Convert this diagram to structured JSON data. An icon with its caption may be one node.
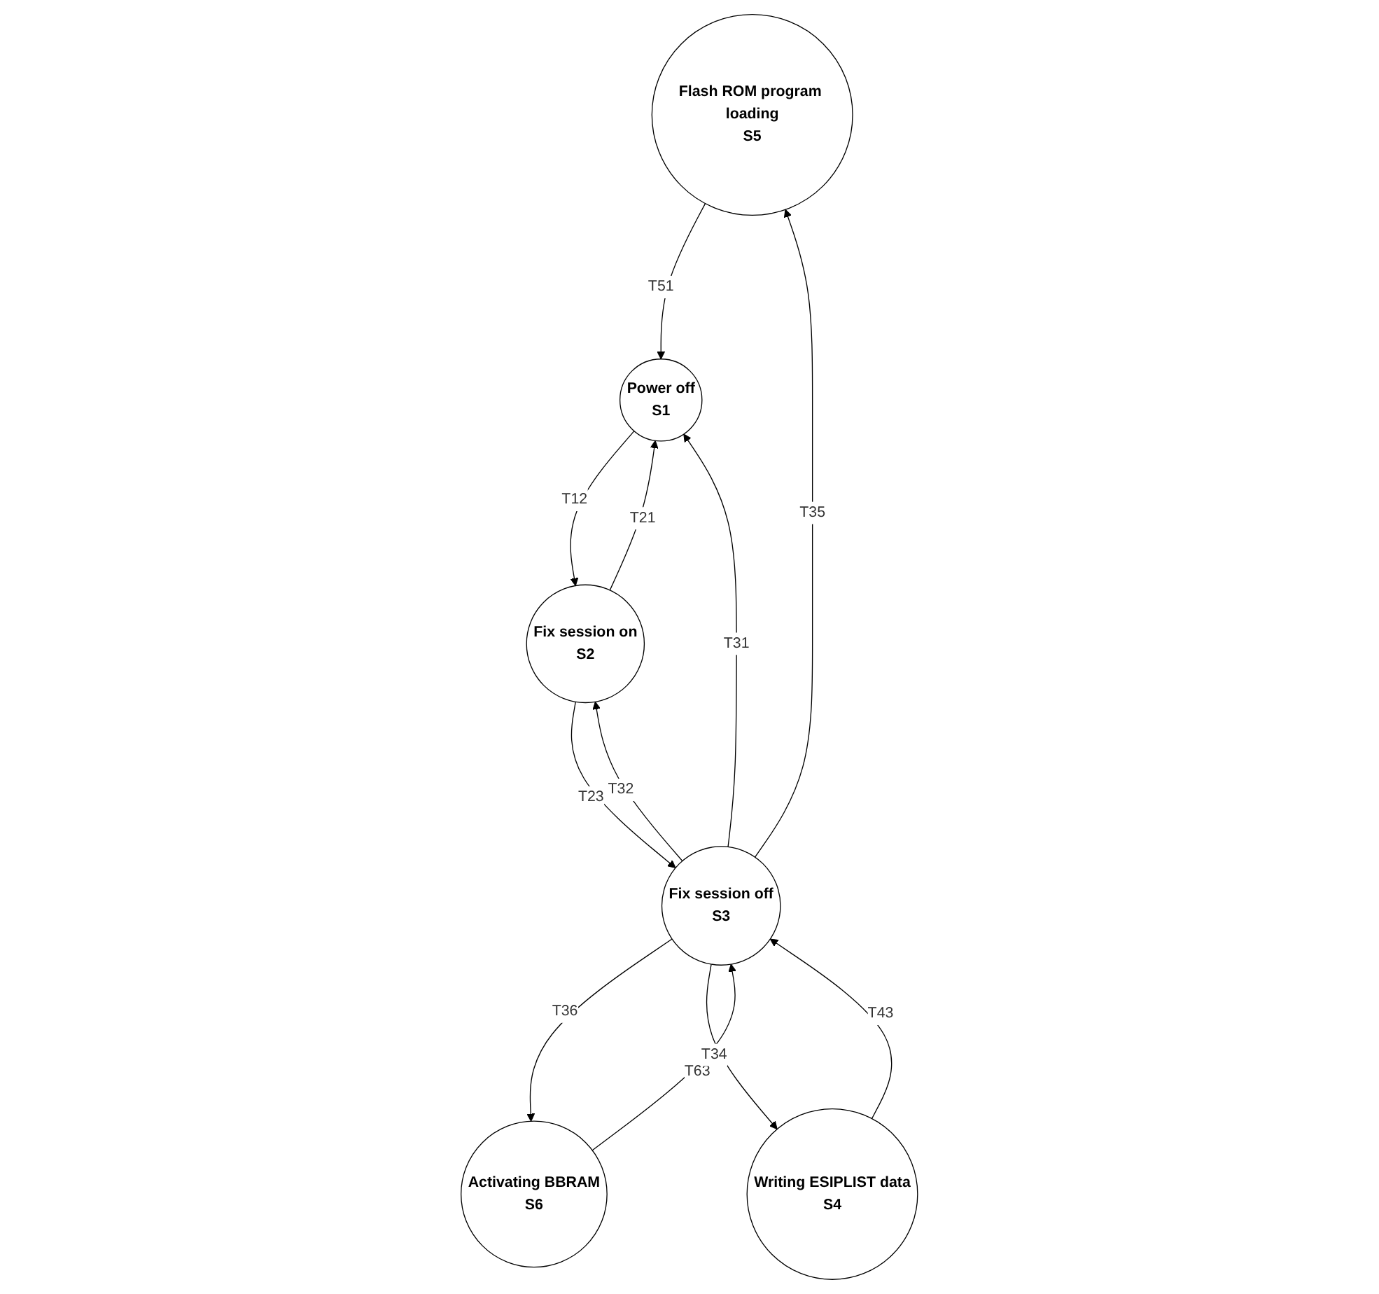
{
  "diagram": {
    "nodes": [
      {
        "text": [
          "Flash ROM program loading",
          "S5"
        ]
      },
      {
        "text": [
          "Power off",
          "S1"
        ]
      },
      {
        "text": [
          "Fix session off",
          "S3"
        ]
      },
      {
        "text": [
          "Activating BBRAM",
          "S6"
        ]
      },
      {
        "text": [
          "Fix session on",
          "S2"
        ]
      },
      {
        "text": [
          "Writing ESIPLIST data",
          "S4"
        ]
      }
    ],
    "edges": [
      {
        "from": 0,
        "to": 1,
        "arrow": "to",
        "label": "T51"
      },
      {
        "from": 2,
        "to": 0,
        "arrow": "to",
        "label": "T35"
      },
      {
        "from": 2,
        "to": 1,
        "arrow": "to",
        "label": "T31"
      },
      {
        "from": 1,
        "to": 4,
        "arrow": "to",
        "label": "T12"
      },
      {
        "from": 4,
        "to": 1,
        "arrow": "to",
        "label": "T21"
      },
      {
        "from": 3,
        "to": 2,
        "arrow": "to",
        "label": "T63"
      },
      {
        "from": 4,
        "to": 2,
        "arrow": "to",
        "label": "T23"
      },
      {
        "from": 2,
        "to": 3,
        "arrow": "to",
        "label": "T36"
      },
      {
        "from": 2,
        "to": 4,
        "arrow": "to",
        "label": "T32"
      },
      {
        "from": 5,
        "to": 2,
        "arrow": "to",
        "label": "T43"
      },
      {
        "from": 2,
        "to": 5,
        "arrow": "to",
        "label": "T34"
      }
    ]
  }
}
